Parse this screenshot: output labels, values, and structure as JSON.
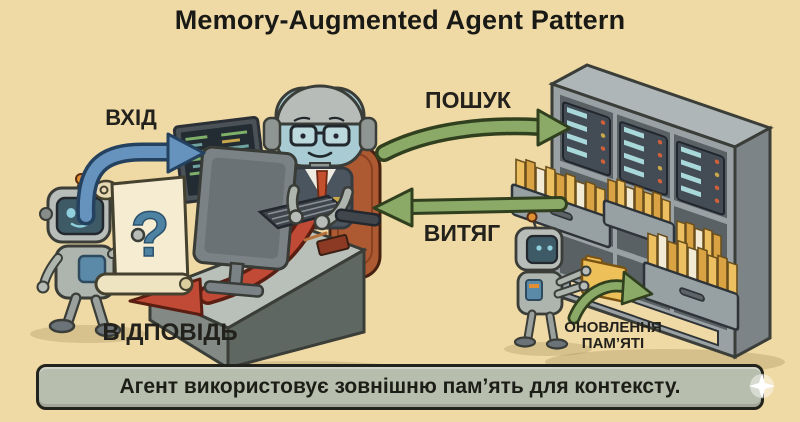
{
  "title": "Memory-Augmented Agent Pattern",
  "diagram": {
    "labels": {
      "input": "ВХІД",
      "search": "ПОШУК",
      "retrieval": "ВИТЯГ",
      "response": "ВІДПОВІДЬ",
      "memory_update_line1": "ОНОВЛЕННЯ",
      "memory_update_line2": "ПАМ’ЯТІ"
    },
    "scroll": {
      "symbol": "?"
    }
  },
  "caption": {
    "text": "Агент використовує зовнішню пам’ять для контексту."
  },
  "colors": {
    "background": "#efd9a4",
    "arrow_input_blue": "#6593be",
    "arrow_search_green": "#8ba967",
    "arrow_retrieval_green": "#8ba967",
    "arrow_response_red": "#c14a36",
    "caption_bg": "#b8beae",
    "caption_border": "#22231c",
    "text": "#22211b",
    "cabinet_gray": "#99a1a4",
    "folder_yellow": "#ecc061"
  }
}
